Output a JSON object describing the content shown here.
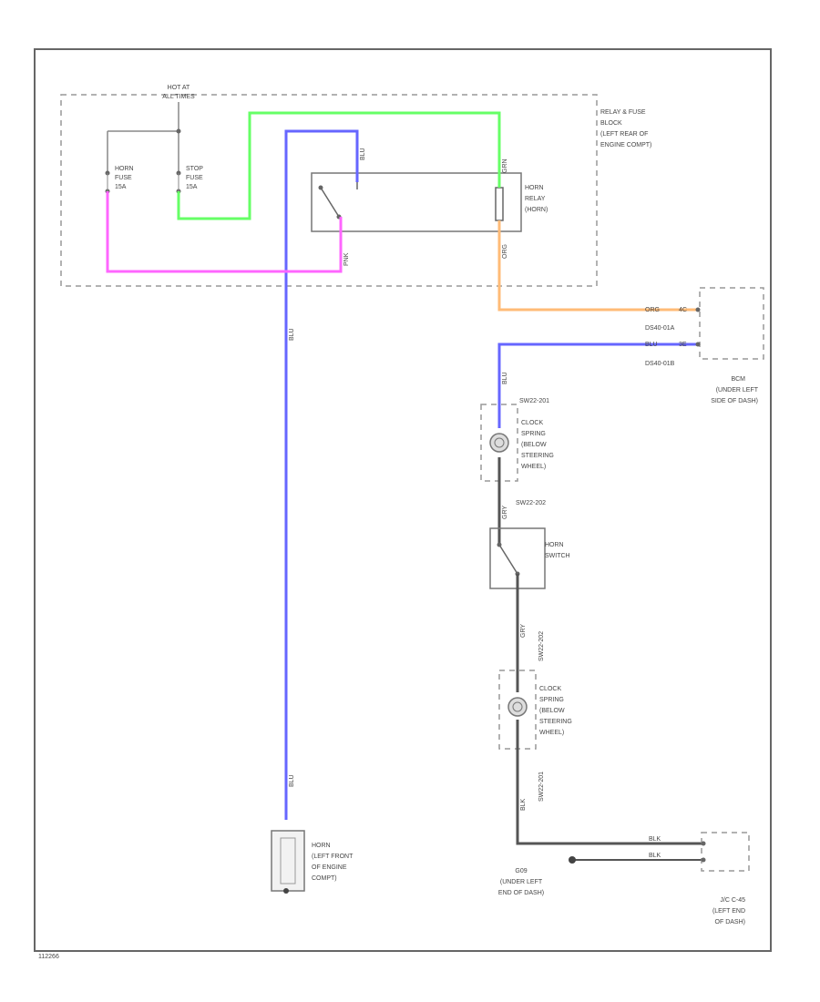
{
  "diagram_id": "112266",
  "hot_label": [
    "HOT AT",
    "ALL TIMES"
  ],
  "relay_block": {
    "label": [
      "RELAY & FUSE",
      "BLOCK",
      "(LEFT REAR OF",
      "ENGINE COMPT)"
    ]
  },
  "fuses": [
    {
      "label": [
        "HORN",
        "FUSE",
        "15A"
      ]
    },
    {
      "label": [
        "STOP",
        "FUSE",
        "15A"
      ]
    }
  ],
  "horn_relay": {
    "label": [
      "HORN",
      "RELAY",
      "(HORN)"
    ]
  },
  "bcm": {
    "label": [
      "BCM",
      "(UNDER LEFT",
      "SIDE OF DASH)"
    ],
    "pins": [
      {
        "wire": "ORG",
        "pin": "4C"
      },
      {
        "connector": "DS40-01A"
      },
      {
        "wire": "BLU",
        "pin": "3E"
      },
      {
        "connector": "DS40-01B"
      }
    ]
  },
  "clock_spring_upper": {
    "connector": "SW22-201",
    "label": [
      "CLOCK",
      "SPRING",
      "(BELOW",
      "STEERING",
      "WHEEL)"
    ]
  },
  "connector_mid": "SW22-202",
  "horn_switch": {
    "label": [
      "HORN",
      "SWITCH"
    ]
  },
  "clock_spring_lower": {
    "connector": "SW22-201",
    "label": [
      "CLOCK",
      "SPRING",
      "(BELOW",
      "STEERING",
      "WHEEL)"
    ]
  },
  "horn": {
    "label": [
      "HORN",
      "(LEFT FRONT",
      "OF ENGINE",
      "COMPT)"
    ]
  },
  "ground": {
    "label": [
      "G09",
      "(UNDER LEFT",
      "END OF DASH)"
    ]
  },
  "junction": {
    "label": [
      "J/C C-45",
      "(LEFT END",
      "OF DASH)"
    ]
  },
  "wire_labels": {
    "grn": "GRN",
    "blu_top": "BLU",
    "pnk": "PNK",
    "org": "ORG",
    "blu_left": "BLU",
    "blu_horn": "BLU",
    "blu_cs": "BLU",
    "gry1": "GRY",
    "sw22_202b": "SW22-202",
    "gry2": "GRY",
    "sw22_201b": "SW22-201",
    "blk_a": "BLK",
    "blk_b": "BLK",
    "blk_c": "BLK"
  },
  "colors": {
    "green": "#66ff66",
    "blue": "#6666ff",
    "magenta": "#ff66ff",
    "orange": "#ffbb77",
    "black": "#555555",
    "frame": "#666666"
  }
}
